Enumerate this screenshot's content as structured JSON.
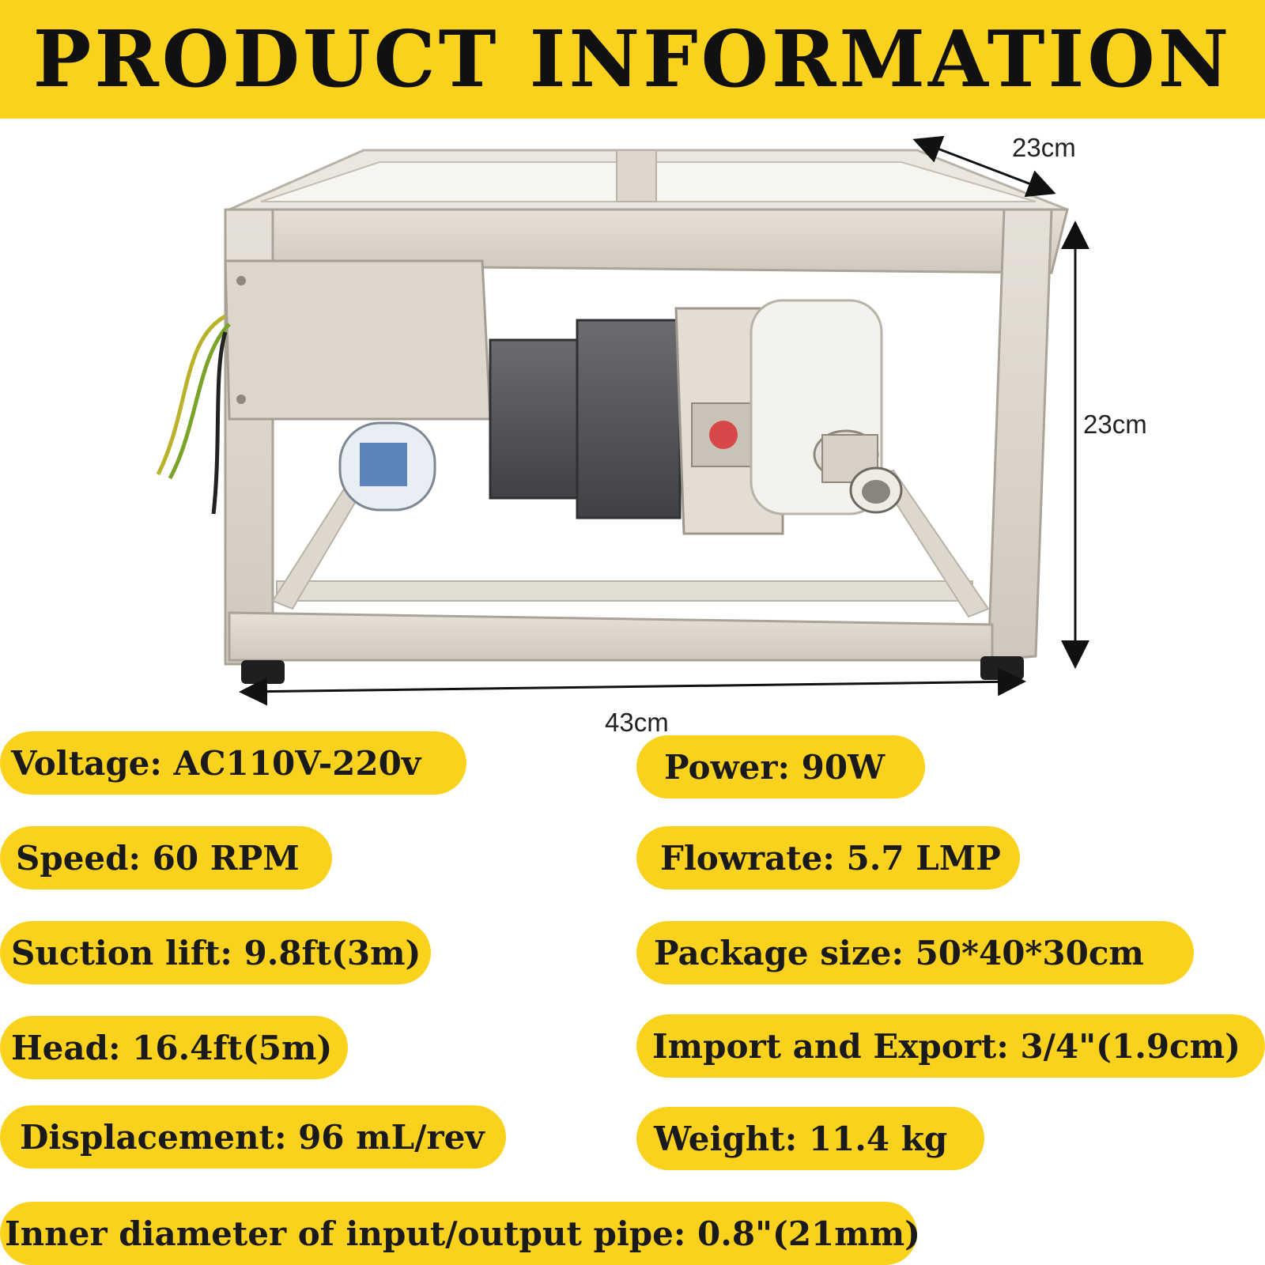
{
  "banner": {
    "title": "PRODUCT INFORMATION"
  },
  "dimensions": {
    "depth": "23cm",
    "height": "23cm",
    "width": "43cm"
  },
  "specs": {
    "voltage": "Voltage: AC110V-220v",
    "power": "Power: 90W",
    "speed": "Speed: 60 RPM",
    "flowrate": "Flowrate: 5.7 LMP",
    "suction": "Suction lift: 9.8ft(3m)",
    "package": "Package size: 50*40*30cm",
    "head": "Head: 16.4ft(5m)",
    "import_export": "Import and Export: 3/4\"(1.9cm)",
    "displacement": "Displacement: 96 mL/rev",
    "weight": "Weight: 11.4 kg",
    "inner_diameter": "Inner diameter of input/output pipe: 0.8\"(21mm)"
  },
  "colors": {
    "accent": "#fad21e",
    "frame": "#d8d2c8",
    "motor": "#55575a"
  }
}
